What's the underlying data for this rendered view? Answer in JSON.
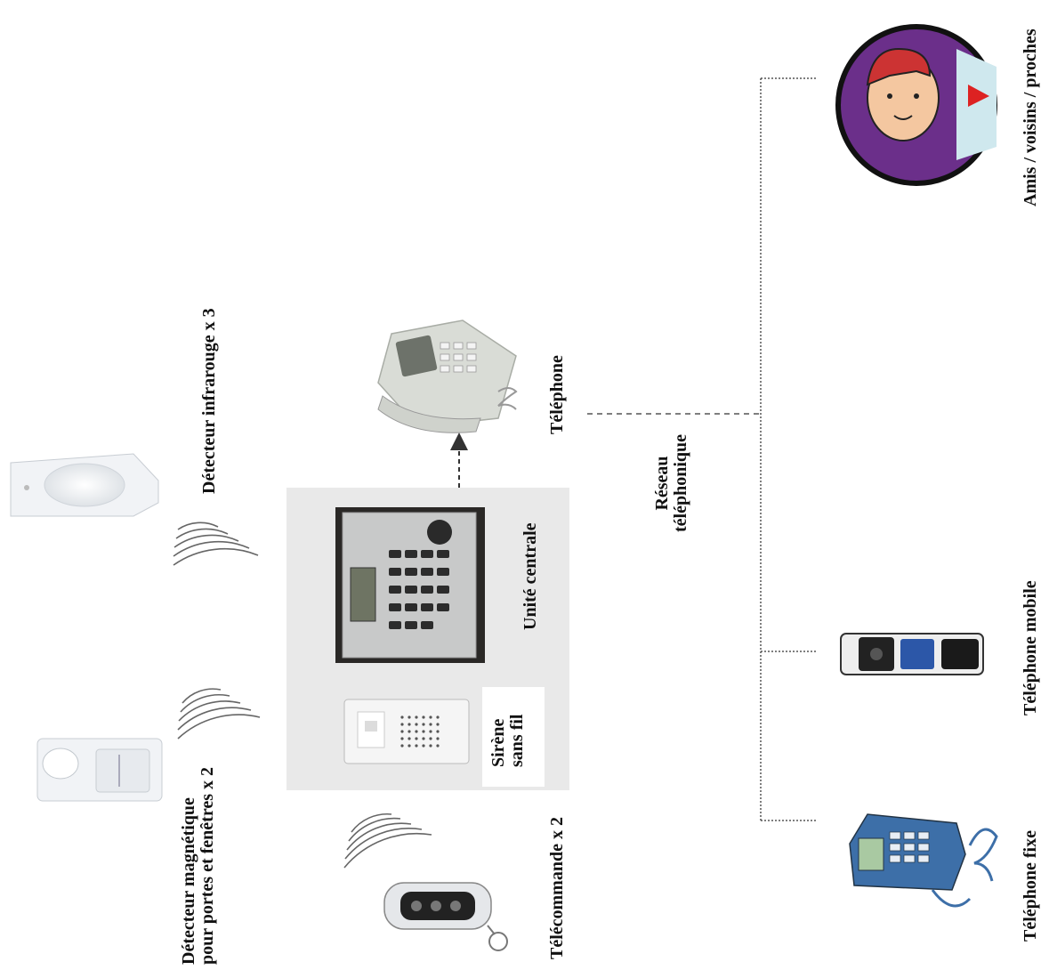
{
  "labels": {
    "detecteur_infrarouge": "Détecteur infrarouge x 3",
    "detecteur_magnetique_line1": "Détecteur magnétique",
    "detecteur_magnetique_line2": "pour portes et fenêtres x 2",
    "telecommande": "Télécommande x 2",
    "unite_centrale": "Unité centrale",
    "sirene_line1": "Sirène",
    "sirene_line2": "sans fil",
    "telephone": "Téléphone",
    "reseau_line1": "Réseau",
    "reseau_line2": "téléphonique",
    "amis": "Amis / voisins / proches",
    "telephone_mobile": "Téléphone mobile",
    "telephone_fixe": "Téléphone fixe"
  },
  "icons": {
    "infrared_detector": "infrared-detector-icon",
    "magnetic_detector": "magnetic-detector-icon",
    "remote_control": "remote-control-icon",
    "central_unit": "central-unit-icon",
    "wireless_siren": "wireless-siren-icon",
    "telephone": "telephone-icon",
    "friends": "person-avatar-icon",
    "mobile_phone": "mobile-phone-icon",
    "landline_phone": "landline-phone-icon",
    "wireless_signal": "wireless-signal-icon"
  },
  "colors": {
    "panel": "#e9e9e9",
    "avatar_bg": "#6b2f8a",
    "landline": "#3d6fa8",
    "connector": "#555555"
  }
}
